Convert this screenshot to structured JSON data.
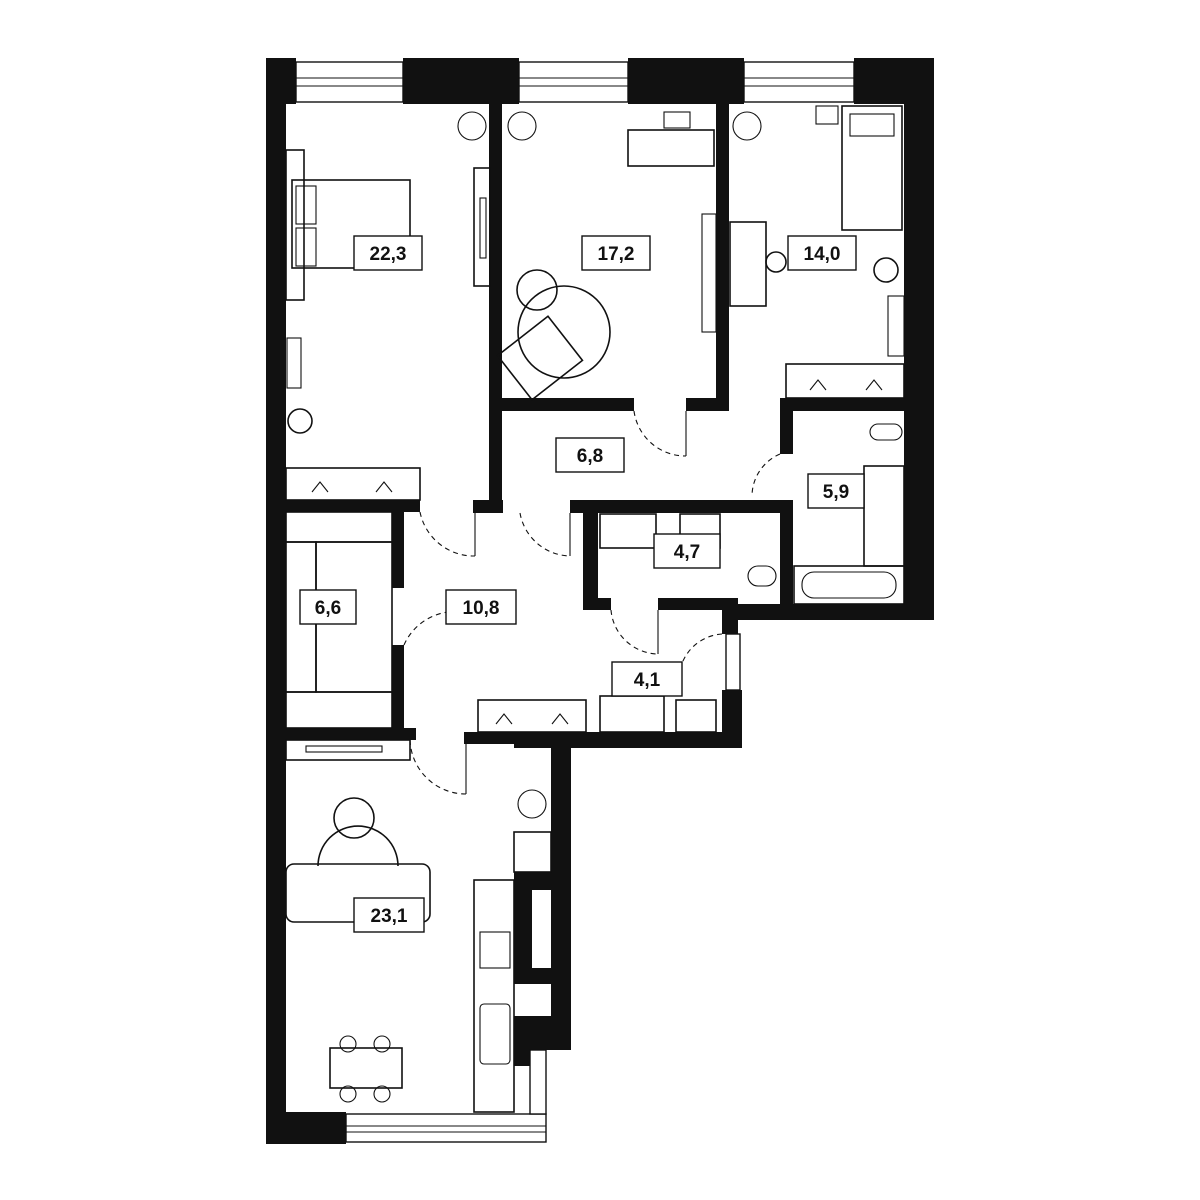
{
  "rooms": [
    {
      "id": "bedroom-1",
      "area": "22,3"
    },
    {
      "id": "bedroom-2",
      "area": "17,2"
    },
    {
      "id": "bedroom-3",
      "area": "14,0"
    },
    {
      "id": "corridor",
      "area": "6,8"
    },
    {
      "id": "bathroom-1",
      "area": "5,9"
    },
    {
      "id": "bathroom-2",
      "area": "4,7"
    },
    {
      "id": "dressing-room",
      "area": "6,6"
    },
    {
      "id": "hall",
      "area": "10,8"
    },
    {
      "id": "laundry",
      "area": "4,1"
    },
    {
      "id": "kitchen-living",
      "area": "23,1"
    }
  ],
  "colors": {
    "wall": "#111111",
    "background": "#ffffff"
  }
}
